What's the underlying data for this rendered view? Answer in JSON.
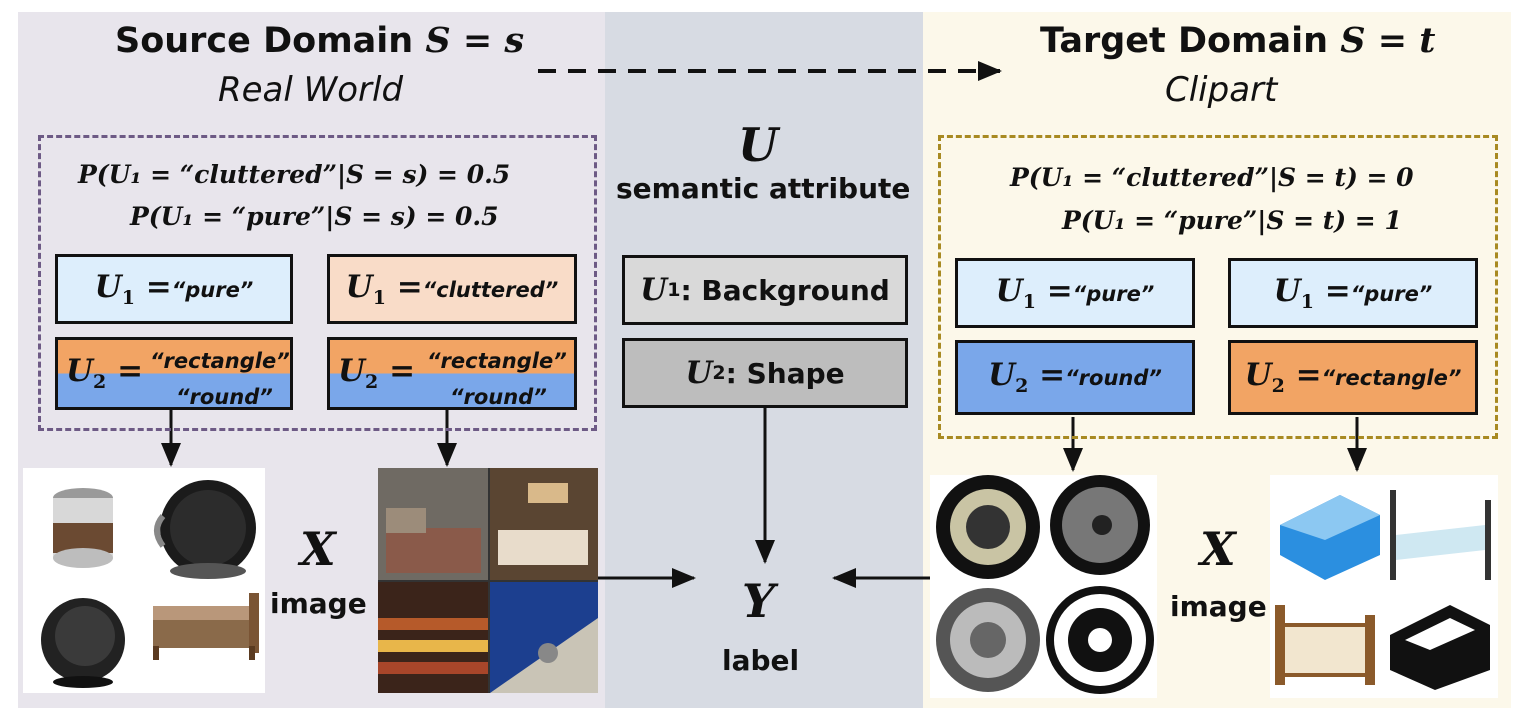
{
  "source": {
    "title_text": "Source Domain",
    "title_math": "S = s",
    "subtitle": "Real World",
    "prob_cluttered": "P(U₁ = “cluttered”|S = s) = 0.5",
    "prob_pure": "P(U₁ = “pure”|S = s) = 0.5",
    "box1_u1_value": "“pure”",
    "box1_u2_values": [
      "“rectangle”",
      "“round”"
    ],
    "box2_u1_value": "“cluttered”",
    "box2_u2_values": [
      "“rectangle”",
      "“round”"
    ],
    "x_symbol": "X",
    "x_label": "image"
  },
  "target": {
    "title_text": "Target Domain",
    "title_math": "S = t",
    "subtitle": "Clipart",
    "prob_cluttered": "P(U₁ = “cluttered”|S = t) = 0",
    "prob_pure": "P(U₁ = “pure”|S = t) = 1",
    "box1_u1_value": "“pure”",
    "box1_u2_value": "“round”",
    "box2_u1_value": "“pure”",
    "box2_u2_value": "“rectangle”",
    "x_symbol": "X",
    "x_label": "image"
  },
  "middle": {
    "u_symbol": "U",
    "u_label": "semantic attribute",
    "u1_name": "Background",
    "u2_name": "Shape",
    "y_symbol": "Y",
    "y_label": "label"
  },
  "var_names": {
    "u1": "U",
    "u2": "U",
    "u1_sub": "1",
    "u2_sub": "2",
    "eq": "="
  },
  "colors": {
    "source_bg": "#e8e5ec",
    "middle_bg": "#d7dbe3",
    "target_bg": "#fcf8ea",
    "pure_fill": "#ddeefc",
    "cluttered_fill": "#f9dcc8",
    "rectangle_fill": "#f2a464",
    "round_fill": "#7aa7ea",
    "gray_box": "#d9d9d9",
    "gray_box_dark": "#bdbdbd",
    "source_dash": "#6d5a85",
    "target_dash": "#a88a22"
  }
}
